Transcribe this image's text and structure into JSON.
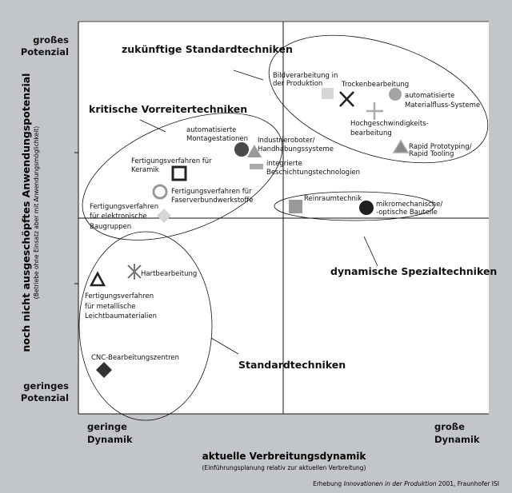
{
  "y_axis": {
    "title": "noch nicht ausgeschöpftes Anwendungspotenzial",
    "subtitle": "(Betriebe ohne Einsatz aber mit Anwendungsmöglichkeit)",
    "top_label": [
      "großes",
      "Potenzial"
    ],
    "bottom_label": [
      "geringes",
      "Potenzial"
    ]
  },
  "x_axis": {
    "title": "aktuelle Verbreitungsdynamik",
    "subtitle": "(Einführungsplanung relativ zur aktuellen Verbreitung)",
    "left_label": [
      "geringe",
      "Dynamik"
    ],
    "right_label": [
      "große",
      "Dynamik"
    ]
  },
  "groups": {
    "future_standard": "zukünftige Standardtechniken",
    "critical_pioneer": "kritische Vorreitertechniken",
    "dynamic_special": "dynamische Spezialtechniken",
    "standard": "Standardtechniken"
  },
  "items": {
    "bildverarbeitung": [
      "Bildverarbeitung in",
      "der Produktion"
    ],
    "trockenbearbeitung": [
      "Trockenbearbeitung"
    ],
    "materialfluss": [
      "automatisierte",
      "Materialfluss-Systeme"
    ],
    "hochgeschwindigkeit": [
      "Hochgeschwindigkeits-",
      "bearbeitung"
    ],
    "rapid": [
      "Rapid Prototyping/",
      "Rapid Tooling"
    ],
    "montage": [
      "automatisierte",
      "Montagestationen"
    ],
    "industrieroboter": [
      "Industrieroboter/",
      "Handhabungssysteme"
    ],
    "beschichtung": [
      "integrierte",
      "Beschichtungstechnologien"
    ],
    "keramik": [
      "Fertigungsverfahren für",
      "Keramik"
    ],
    "faserverbund": [
      "Fertigungsverfahren für",
      "Faserverbundwerkstoffe"
    ],
    "elektronik": [
      "Fertigungsverfahren",
      "für elektronische",
      "Baugruppen"
    ],
    "reinraum": [
      "Reinraumtechnik"
    ],
    "mikromechanik": [
      "mikromechanische/",
      "-optische Bauteile"
    ],
    "hartbearbeitung": [
      "Hartbearbeitung"
    ],
    "leichtbau": [
      "Fertigungsverfahren",
      "für metallische",
      "Leichtbaumaterialien"
    ],
    "cnc": [
      "CNC-Bearbeitungszentren"
    ]
  },
  "source": {
    "prefix": "Erhebung ",
    "italic": "Innovationen in der Produktion",
    "suffix": " 2001, Fraunhofer ISI"
  },
  "colors": {
    "background": "#c2c6c9",
    "plot": "#ffffff",
    "dark": "#333333",
    "mid_gray": "#999999",
    "light_gray": "#d6d6d6"
  }
}
